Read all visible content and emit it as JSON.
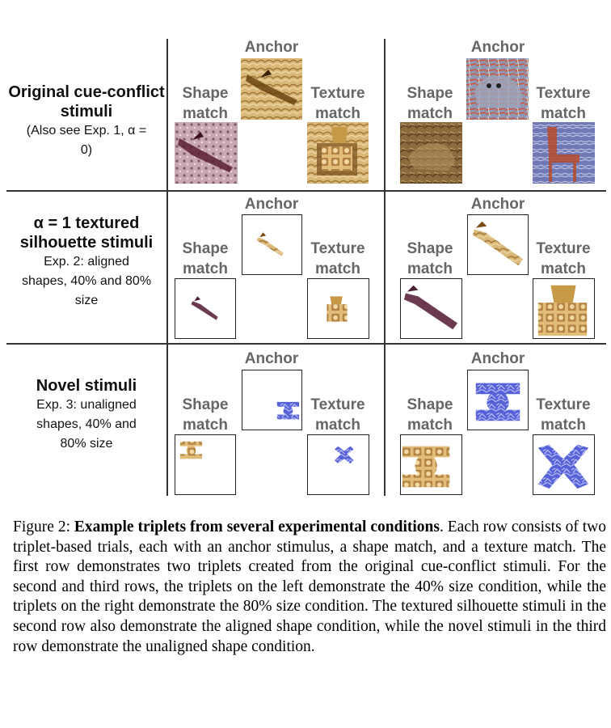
{
  "row_labels": {
    "row1": {
      "title": "Original cue-conflict stimuli",
      "sub": "(Also see Exp. 1, α = 0)"
    },
    "row2": {
      "title": "α = 1 textured silhouette stimuli",
      "sub": "Exp. 2: aligned shapes, 40% and 80% size"
    },
    "row3": {
      "title": "Novel stimuli",
      "sub": "Exp. 3: unaligned shapes, 40% and 80% size"
    }
  },
  "labels": {
    "anchor": "Anchor",
    "shape_match": "Shape match",
    "texture_match": "Texture match"
  },
  "caption": {
    "prefix": "Figure 2: ",
    "bold": "Example triplets from several experimental conditions",
    "body": ". Each row consists of two triplet-based trials, each with an anchor stimulus, a shape match, and a texture match. The first row demonstrates two triplets created from the original cue-conflict stimuli. For the second and third rows, the triplets on the left demonstrate the 40% size condition, while the triplets on the right demonstrate the 80% size condition. The textured silhouette stimuli in the second row also demonstrate the aligned shape condition, while the novel stimuli in the third row demonstrate the unaligned shape condition."
  }
}
